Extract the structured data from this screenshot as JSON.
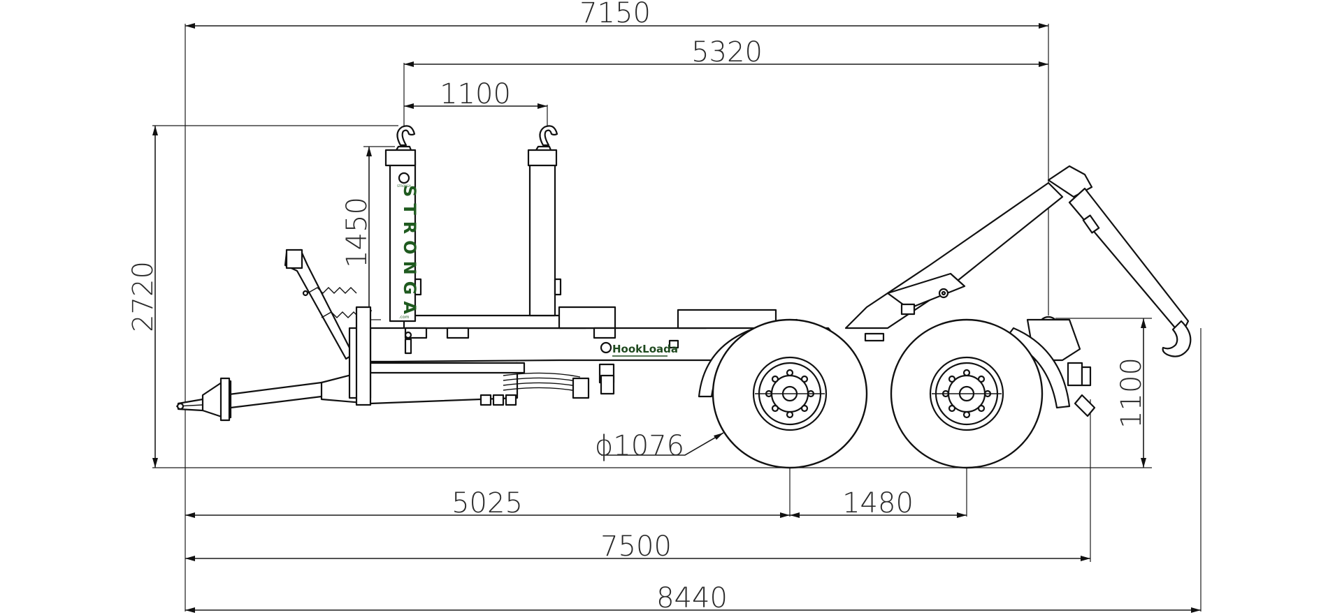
{
  "dimensions": {
    "overall_width_top": "7150",
    "arm_span": "5320",
    "post_spacing": "1100",
    "post_height": "1450",
    "overall_height": "2720",
    "hook_height": "1100",
    "wheel_diameter": "ϕ1076",
    "front_to_axle": "5025",
    "axle_spacing": "1480",
    "length_to_rear": "7500",
    "overall_length": "8440"
  },
  "branding": {
    "post_brand": "STRONGA",
    "post_brand_sub": ".com",
    "post_brand_small": "STRONGA",
    "chassis_brand": "HookLoada"
  },
  "colors": {
    "line": "#111111",
    "brand_green": "#1f5a1f",
    "background": "#ffffff"
  }
}
